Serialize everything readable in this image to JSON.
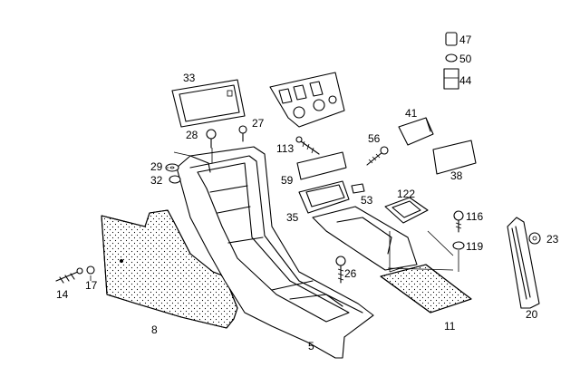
{
  "diagram": {
    "callouts": {
      "c5": "5",
      "c8": "8",
      "c11": "11",
      "c14": "14",
      "c17": "17",
      "c20": "20",
      "c23": "23",
      "c26": "26",
      "c27": "27",
      "c28": "28",
      "c29": "29",
      "c32": "32",
      "c33": "33",
      "c35": "35",
      "c38": "38",
      "c41": "41",
      "c44": "44",
      "c47": "47",
      "c50": "50",
      "c53": "53",
      "c56": "56",
      "c59": "59",
      "c113": "113",
      "c116": "116",
      "c119": "119",
      "c122": "122"
    }
  }
}
